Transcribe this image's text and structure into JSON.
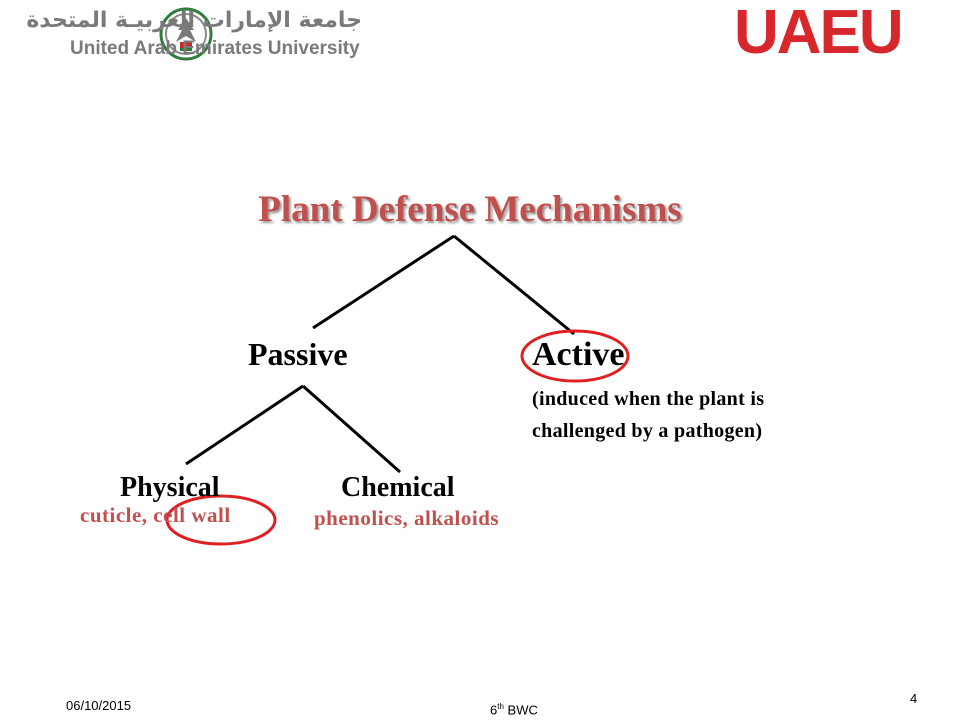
{
  "header": {
    "university_name_ar": "جامعة الإمارات العربيـة المتحدة",
    "university_name_en": "United Arab Emirates University",
    "brand_logo": "UAEU",
    "emblem_icon": "uae-falcon-emblem"
  },
  "title": "Plant Defense Mechanisms",
  "tree": {
    "passive": {
      "label": "Passive",
      "physical": {
        "label": "Physical",
        "examples": "cuticle, cell wall"
      },
      "chemical": {
        "label": "Chemical",
        "examples": "phenolics, alkaloids"
      }
    },
    "active": {
      "label": "Active",
      "note_line1": "(induced when the plant is",
      "note_line2": "challenged by a pathogen)"
    }
  },
  "colors": {
    "accent": "#c0504d",
    "highlight_circle": "#e02020",
    "brand_red": "#d8262d",
    "logo_gray": "#7a7a7a"
  },
  "footer": {
    "date": "06/10/2015",
    "conference_prefix": "6",
    "conference_sup": "th",
    "conference_suffix": " BWC",
    "page_number": "4"
  }
}
